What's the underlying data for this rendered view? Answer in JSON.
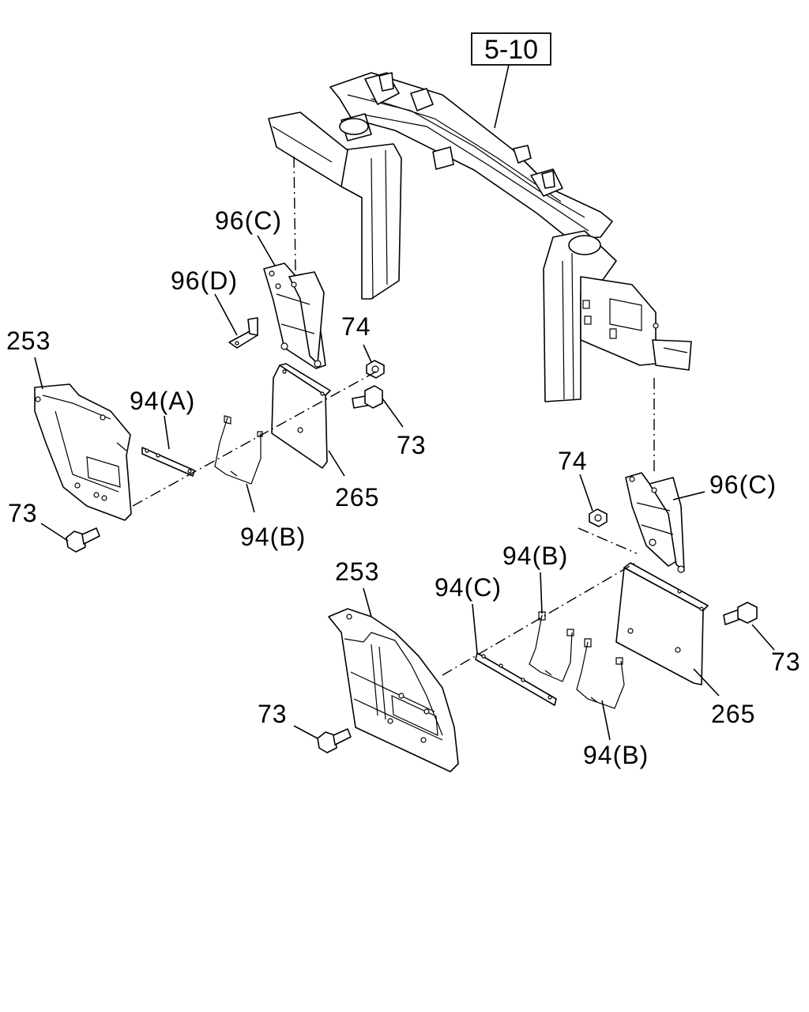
{
  "reference": "5-10",
  "labels": {
    "bracket_96c_upper": "96(C)",
    "bracket_96d": "96(D)",
    "cover_253_left": "253",
    "strip_94a": "94(A)",
    "nut_74_upper": "74",
    "bolt_73_upper": "73",
    "flap_265_left": "265",
    "clip_94b_left": "94(B)",
    "bolt_73_left": "73",
    "nut_74_right": "74",
    "bracket_96c_right": "96(C)",
    "clip_94b_right_upper": "94(B)",
    "strip_94c": "94(C)",
    "cover_253_lower": "253",
    "bolt_73_right": "73",
    "flap_265_right": "265",
    "bolt_73_lower": "73",
    "clip_94b_right_lower": "94(B)"
  }
}
